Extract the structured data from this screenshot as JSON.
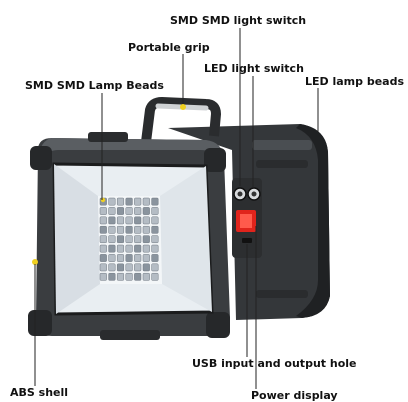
{
  "labels": {
    "smd_light_switch": "SMD SMD light switch",
    "portable_grip": "Portable grip",
    "led_light_switch": "LED light switch",
    "led_lamp_beads": "LED lamp beads",
    "smd_lamp_beads": "SMD SMD Lamp Beads",
    "usb_hole": "USB input and output hole",
    "abs_shell": "ABS shell",
    "power_display": "Power display"
  },
  "colors": {
    "shell": "#3a3d40",
    "shell_dark": "#222426",
    "shell_light": "#5a5e62",
    "lens": "#e9eef2",
    "led_grid": "#9aa4ae",
    "accent_yellow": "#f0d020",
    "power_red": "#e0241c",
    "grip": "#cfd2d4"
  }
}
